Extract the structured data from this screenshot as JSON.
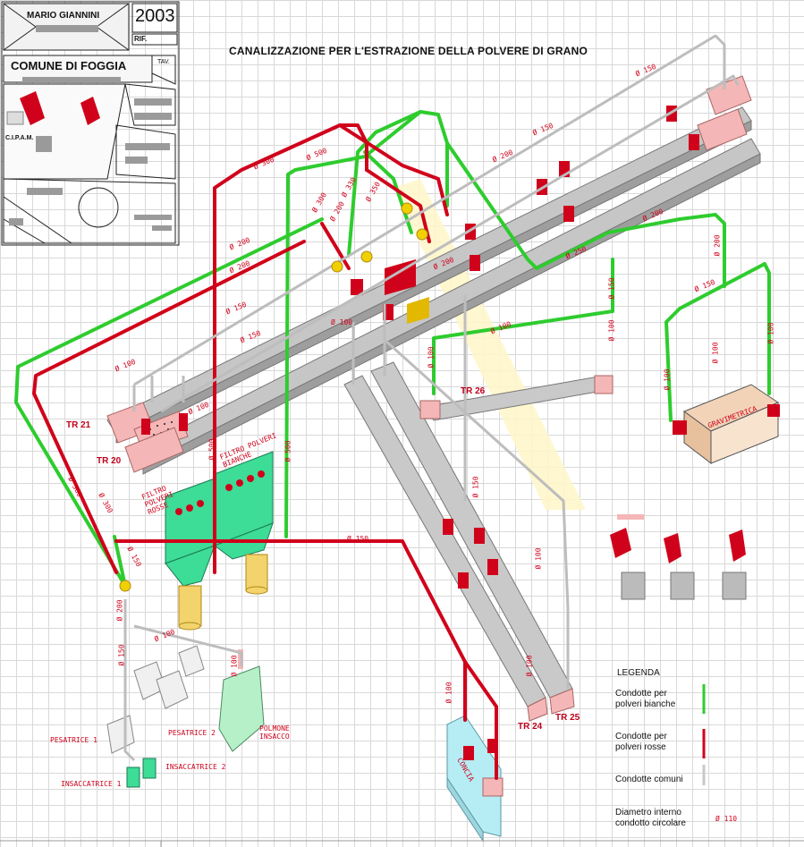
{
  "title_block": {
    "author": "MARIO GIANNINI",
    "year": "2003",
    "ref_label": "RIF.",
    "tav_label": "TAV.",
    "comune": "COMUNE DI FOGGIA",
    "cipam": "C.I.P.A.M."
  },
  "drawing_title": "CANALIZZAZIONE PER L'ESTRAZIONE DELLA POLVERE DI GRANO",
  "equipment": {
    "tr21": "TR 21",
    "tr20": "TR 20",
    "tr26": "TR 26",
    "tr24": "TR 24",
    "tr25": "TR 25",
    "gravimetrica": "GRAVIMETRICA",
    "filtro_rosse": "FILTRO POLVERI ROSSE",
    "filtro_bianche": "FILTRO POLVERI BIANCHE",
    "polmone": "POLMONE INSACCO",
    "pesatrice1": "PESATRICE 1",
    "pesatrice2": "PESATRICE 2",
    "insaccatrice1": "INSACCATRICE 1",
    "insaccatrice2": "INSACCATRICE 2",
    "concia": "CONCIA"
  },
  "legend": {
    "title": "LEGENDA",
    "items": [
      {
        "label": "Condotte per polveri bianche",
        "color": "#2ecc2e"
      },
      {
        "label": "Condotte per polveri rosse",
        "color": "#d0021b"
      },
      {
        "label": "Condotte comuni",
        "color": "#c8c8c8"
      },
      {
        "label": "Diametro interno condotto circolare",
        "sample": "Ø 110"
      }
    ]
  },
  "diameters": {
    "d100": "Ø 100",
    "d150": "Ø 150",
    "d200": "Ø 200",
    "d250": "Ø 250",
    "d300": "Ø 300",
    "d330": "Ø 330",
    "d350": "Ø 350",
    "d500": "Ø 500"
  },
  "colors": {
    "white_duct": "#2ecc2e",
    "red_duct": "#d0021b",
    "common_duct": "#c8c8c8",
    "filter": "#3ddc97",
    "conveyor": "#bdbdbd",
    "pink": "#f4b6b6",
    "yellow_cone": "#fff3b8"
  }
}
